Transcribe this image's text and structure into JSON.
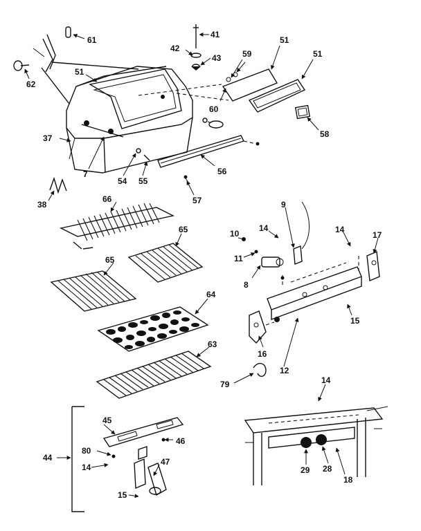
{
  "callouts": {
    "c61": "61",
    "c62": "62",
    "c51a": "51",
    "c37": "37",
    "c7": "7",
    "c54": "54",
    "c55": "55",
    "c56": "56",
    "c57": "57",
    "c38": "38",
    "c41": "41",
    "c42": "42",
    "c43": "43",
    "c59": "59",
    "c60": "60",
    "c51b": "51",
    "c51c": "51",
    "c58": "58",
    "c66": "66",
    "c65a": "65",
    "c65b": "65",
    "c64": "64",
    "c63": "63",
    "c9": "9",
    "c10": "10",
    "c14a": "14",
    "c14b": "14",
    "c17": "17",
    "c11": "11",
    "c8": "8",
    "c15a": "15",
    "c16": "16",
    "c12": "12",
    "c79": "79",
    "c14c": "14",
    "c29": "29",
    "c28": "28",
    "c18": "18",
    "c44": "44",
    "c45": "45",
    "c80": "80",
    "c46": "46",
    "c14d": "14",
    "c47": "47",
    "c15b": "15"
  }
}
